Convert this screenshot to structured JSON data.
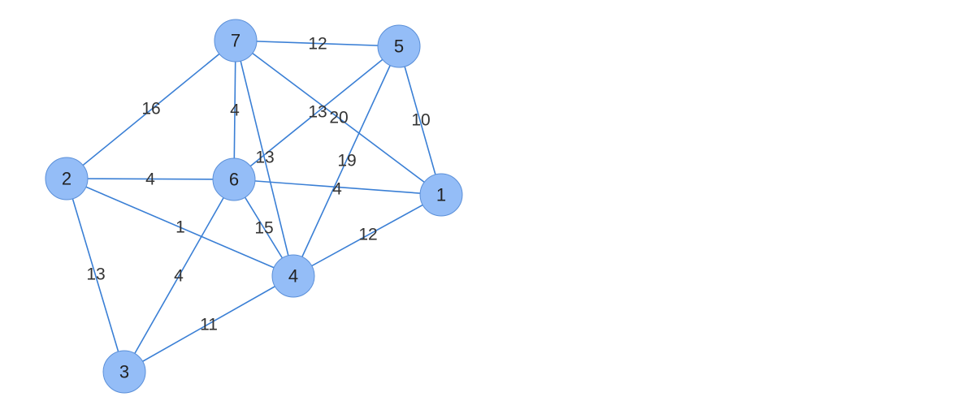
{
  "graph": {
    "nodes": [
      {
        "id": "7",
        "label": "7"
      },
      {
        "id": "5",
        "label": "5"
      },
      {
        "id": "2",
        "label": "2"
      },
      {
        "id": "6",
        "label": "6"
      },
      {
        "id": "1",
        "label": "1"
      },
      {
        "id": "4",
        "label": "4"
      },
      {
        "id": "3",
        "label": "3"
      }
    ],
    "edges": [
      {
        "source": "7",
        "target": "5",
        "weight": "12"
      },
      {
        "source": "7",
        "target": "2",
        "weight": "16"
      },
      {
        "source": "7",
        "target": "6",
        "weight": "4"
      },
      {
        "source": "7",
        "target": "4",
        "weight": "13"
      },
      {
        "source": "7",
        "target": "1",
        "weight": "20"
      },
      {
        "source": "5",
        "target": "6",
        "weight": "13"
      },
      {
        "source": "5",
        "target": "1",
        "weight": "10"
      },
      {
        "source": "5",
        "target": "4",
        "weight": "19"
      },
      {
        "source": "2",
        "target": "6",
        "weight": "4"
      },
      {
        "source": "2",
        "target": "4",
        "weight": "1"
      },
      {
        "source": "2",
        "target": "3",
        "weight": "13"
      },
      {
        "source": "6",
        "target": "1",
        "weight": "4"
      },
      {
        "source": "6",
        "target": "4",
        "weight": "15"
      },
      {
        "source": "6",
        "target": "3",
        "weight": "4"
      },
      {
        "source": "4",
        "target": "1",
        "weight": "12"
      },
      {
        "source": "4",
        "target": "3",
        "weight": "11"
      }
    ],
    "colors": {
      "edge": "#3a7fd5",
      "node_fill": "#94bdf7",
      "node_stroke": "#5a8fd8",
      "text": "#333333"
    }
  }
}
